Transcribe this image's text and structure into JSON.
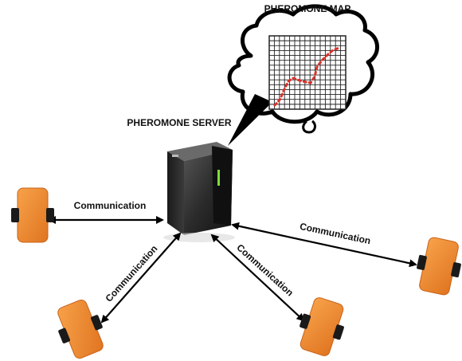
{
  "map_title": "PHEROMONE MAP",
  "server_title": "PHEROMONE SERVER",
  "links": {
    "left": "Communication",
    "right": "Communication",
    "bottom_left": "Communication",
    "bottom_right": "Communication"
  },
  "colors": {
    "robot_body": "#f08a2c",
    "robot_body_dark": "#c9631a",
    "wheel": "#1a1a1a",
    "server_body": "#2a2a2a",
    "server_led": "#7ddc3a",
    "trail": "#d9322a",
    "grid": "#222222"
  }
}
